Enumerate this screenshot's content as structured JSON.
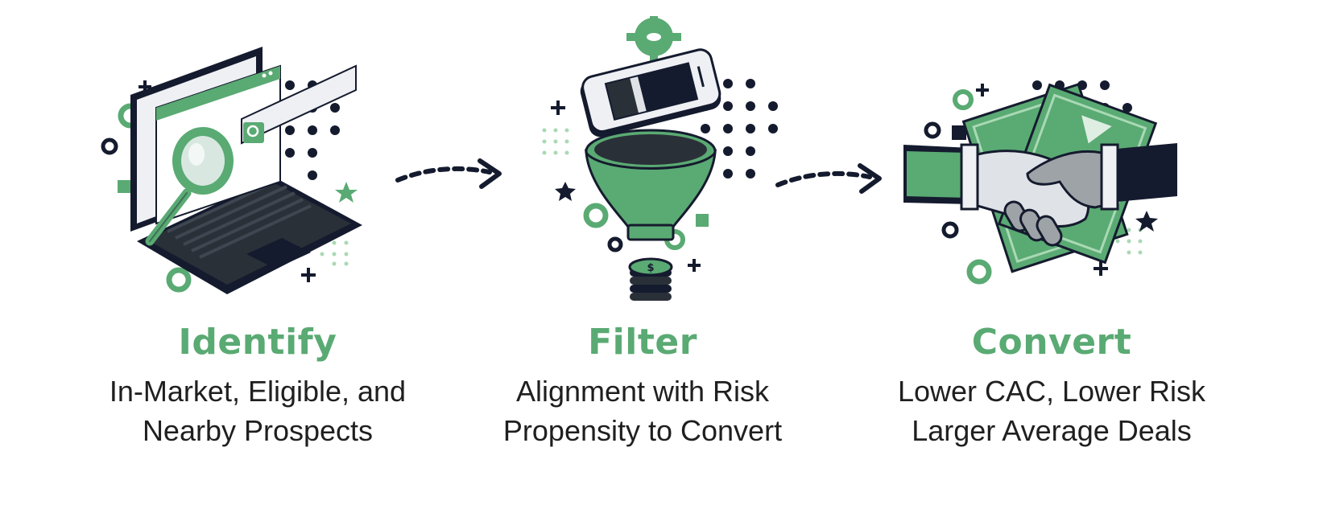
{
  "colors": {
    "accent_green": "#5aaa73",
    "dark_navy": "#151b2e",
    "text": "#1f1f1f",
    "light_green": "#a9d9b4"
  },
  "steps": [
    {
      "icon": "laptop-magnifier-icon",
      "title": "Identify",
      "line1": "In-Market, Eligible, and",
      "line2": "Nearby Prospects"
    },
    {
      "icon": "funnel-filter-icon",
      "title": "Filter",
      "line1": "Alignment with Risk",
      "line2": "Propensity to Convert"
    },
    {
      "icon": "handshake-money-icon",
      "title": "Convert",
      "line1": "Lower CAC, Lower Risk",
      "line2": "Larger Average Deals"
    }
  ],
  "connectors": [
    "dashed-arrow-icon",
    "dashed-arrow-icon"
  ]
}
